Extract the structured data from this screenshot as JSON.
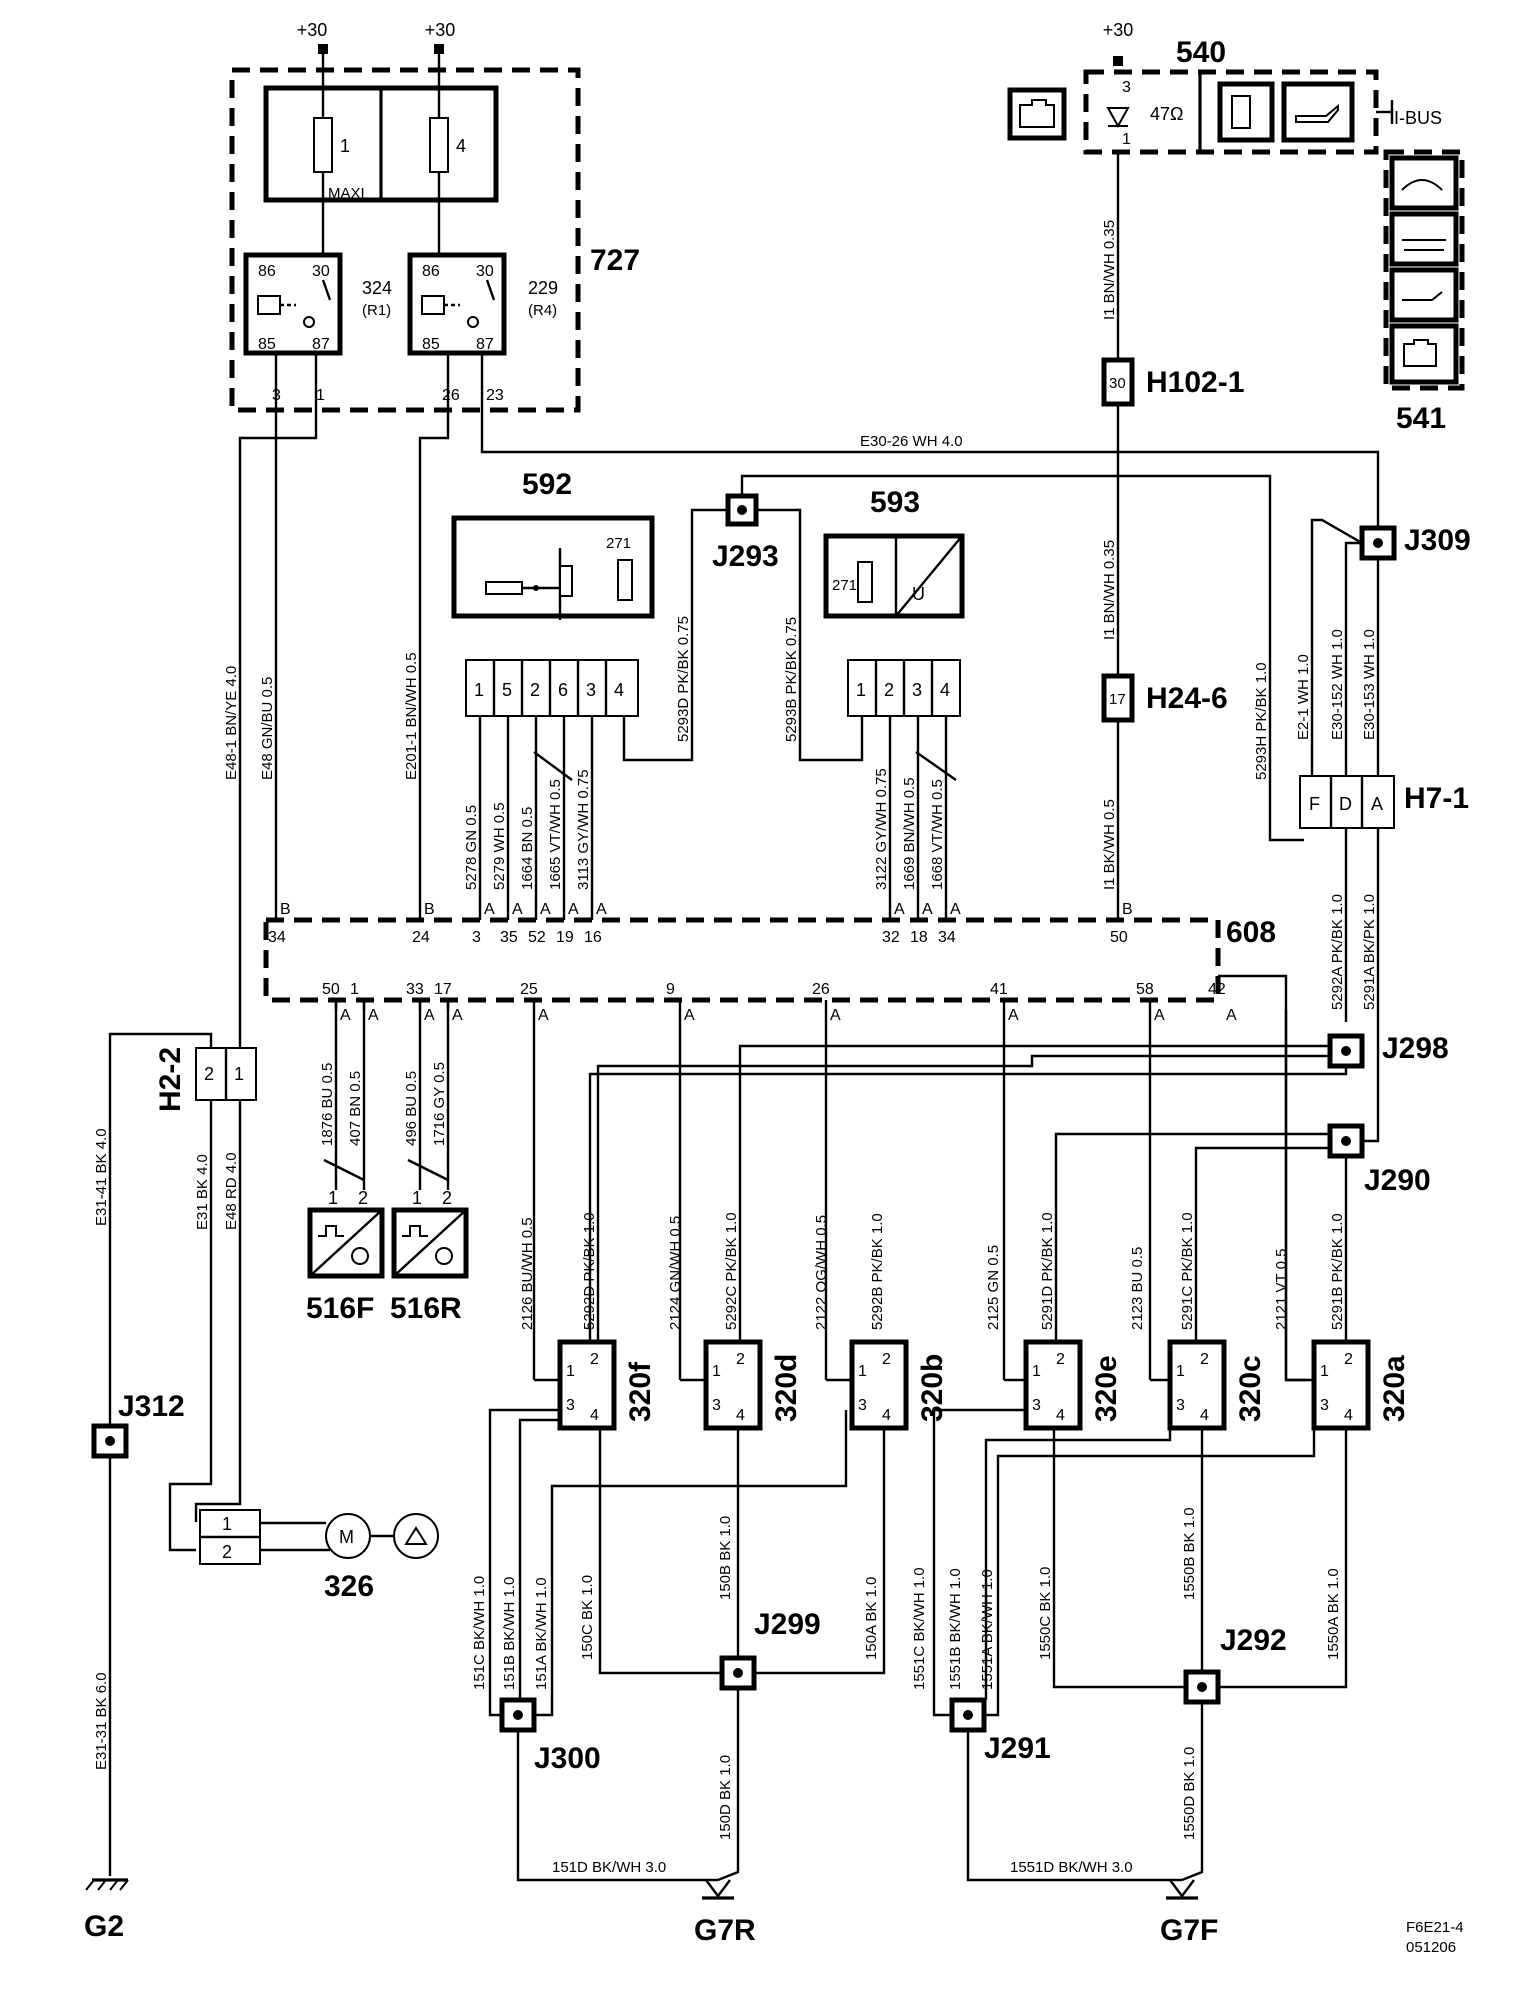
{
  "supply": "+30",
  "components": {
    "c727": "727",
    "c592": "592",
    "c593": "593",
    "c540": "540",
    "c541": "541",
    "c608": "608",
    "c326": "326",
    "s516f": "516F",
    "s516r": "516R",
    "v320f": "320f",
    "v320d": "320d",
    "v320b": "320b",
    "v320e": "320e",
    "v320c": "320c",
    "v320a": "320a"
  },
  "fuses": {
    "f1": "1",
    "f4": "4",
    "maxi": "MAXI"
  },
  "relays": {
    "r324": "324",
    "r324b": "(R1)",
    "r229": "229",
    "r229b": "(R4)",
    "p86": "86",
    "p30": "30",
    "p85": "85",
    "p87": "87"
  },
  "connectors": {
    "h102": "H102-1",
    "h24": "H24-6",
    "h7": "H7-1",
    "h22": "H2-2",
    "h102pin": "30",
    "h24pin": "17"
  },
  "junctions": {
    "j293": "J293",
    "j309": "J309",
    "j298": "J298",
    "j290": "J290",
    "j312": "J312",
    "j299": "J299",
    "j300": "J300",
    "j291": "J291",
    "j292": "J292"
  },
  "grounds": {
    "g2": "G2",
    "g7r": "G7R",
    "g7f": "G7F"
  },
  "misc": {
    "ibus": "I-BUS",
    "r47": "47Ω",
    "r271a": "271",
    "r271b": "271",
    "u": "U",
    "motor": "M",
    "footer1": "F6E21-4",
    "footer2": "051206"
  },
  "wires": {
    "e3026": "E30-26  WH  4.0",
    "e481": "E48-1  BN/YE  4.0",
    "e48a": "E48  GN/BU  0.5",
    "e2011": "E201-1  BN/WH  0.5",
    "i1a": "I1  BN/WH  0.35",
    "i1b": "I1  BN/WH  0.35",
    "i1c": "I1  BK/WH  0.5",
    "w5293d": "5293D  PK/BK  0.75",
    "w5293b": "5293B  PK/BK  0.75",
    "w5293h": "5293H  PK/BK  1.0",
    "e21": "E2-1  WH  1.0",
    "e30152": "E30-152  WH  1.0",
    "e30153": "E30-153  WH  1.0",
    "w5278": "5278  GN  0.5",
    "w5279": "5279  WH  0.5",
    "w1664": "1664  BN  0.5",
    "w1665": "1665  VT/WH  0.5",
    "w3113": "3113  GY/WH  0.75",
    "w3122": "3122  GY/WH  0.75",
    "w1669": "1669  BN/WH  0.5",
    "w1668": "1668  VT/WH  0.5",
    "w5292a": "5292A  PK/BK  1.0",
    "w5291a": "5291A  BK/PK  1.0",
    "e3141": "E31-41  BK  4.0",
    "e31": "E31  BK  4.0",
    "e48b": "E48  RD  4.0",
    "e3131": "E31-31  BK  6.0",
    "w1876": "1876  BU  0.5",
    "w407": "407  BN  0.5",
    "w496": "496  BU  0.5",
    "w1716": "1716  GY  0.5",
    "w2126": "2126  BU/WH  0.5",
    "w5292d": "5292D  PK/BK  1.0",
    "w2124": "2124  GN/WH  0.5",
    "w5292c": "5292C  PK/BK  1.0",
    "w2122": "2122  OG/WH  0.5",
    "w5292b": "5292B  PK/BK  1.0",
    "w2125": "2125  GN  0.5",
    "w5291d": "5291D  PK/BK  1.0",
    "w2123": "2123  BU  0.5",
    "w5291c": "5291C  PK/BK  1.0",
    "w2121": "2121  VT  0.5",
    "w5291b": "5291B  PK/BK  1.0",
    "w151c": "151C  BK/WH  1.0",
    "w151b": "151B  BK/WH  1.0",
    "w151a": "151A  BK/WH  1.0",
    "w150c": "150C  BK  1.0",
    "w150b": "150B  BK  1.0",
    "w150a": "150A  BK  1.0",
    "w150d": "150D  BK  1.0",
    "w151d": "151D  BK/WH  3.0",
    "w1551c": "1551C  BK/WH  1.0",
    "w1551b": "1551B  BK/WH  1.0",
    "w1551a": "1551A  BK/WH  1.0",
    "w1550c": "1550C  BK  1.0",
    "w1550b": "1550B  BK  1.0",
    "w1550a": "1550A  BK  1.0",
    "w1550d": "1550D  BK  1.0",
    "w1551d": "1551D  BK/WH  3.0"
  },
  "pins608": {
    "top": [
      "34",
      "24",
      "3",
      "35",
      "52",
      "19",
      "16",
      "32",
      "18",
      "34",
      "50"
    ],
    "top_side": [
      "B",
      "B",
      "A",
      "A",
      "A",
      "A",
      "A",
      "A",
      "A",
      "A",
      "B"
    ],
    "bottom": [
      "50",
      "1",
      "33",
      "17",
      "25",
      "9",
      "26",
      "41",
      "58",
      "42"
    ],
    "bottom_side": [
      "A",
      "A",
      "A",
      "A",
      "A",
      "A",
      "A",
      "A",
      "A",
      "A"
    ]
  },
  "pins592": [
    "1",
    "5",
    "2",
    "6",
    "3",
    "4"
  ],
  "pins593": [
    "1",
    "2",
    "3",
    "4"
  ],
  "pinsH7": [
    "F",
    "D",
    "A"
  ],
  "pinsH22": [
    "2",
    "1"
  ],
  "pins326": [
    "1",
    "2"
  ],
  "pins516": [
    "1",
    "2"
  ],
  "pins320": [
    "1",
    "2",
    "3",
    "4"
  ],
  "pins727": [
    "3",
    "1",
    "26",
    "23"
  ],
  "pins540": [
    "3",
    "1"
  ]
}
